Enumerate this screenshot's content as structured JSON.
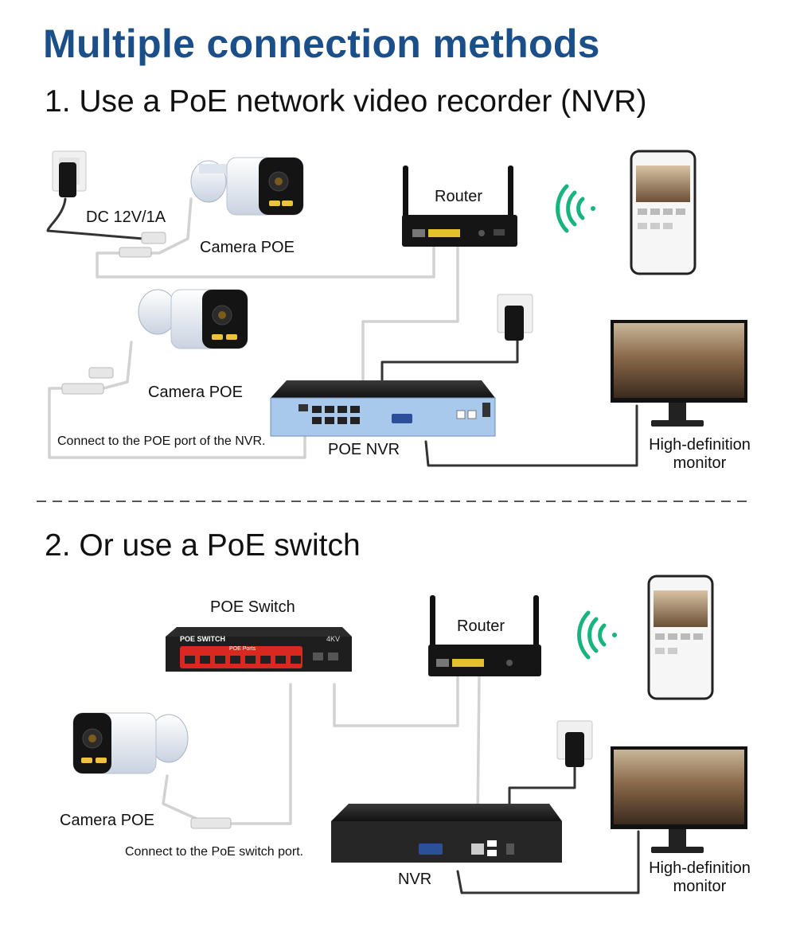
{
  "title": "Multiple connection methods",
  "section1": {
    "heading": "1. Use a PoE network video recorder (NVR)",
    "power_label": "DC 12V/1A",
    "camera1_label": "Camera POE",
    "camera2_label": "Camera POE",
    "router_label": "Router",
    "nvr_label": "POE NVR",
    "monitor_label_line1": "High-definition",
    "monitor_label_line2": "monitor",
    "note": "Connect to the POE port of the NVR."
  },
  "section2": {
    "heading": "2. Or use a PoE switch",
    "switch_label": "POE Switch",
    "switch_brand": "POE SWITCH",
    "switch_ports_label": "POE Ports",
    "switch_badge": "4KV",
    "router_label": "Router",
    "camera_label": "Camera POE",
    "nvr_label": "NVR",
    "monitor_label_line1": "High-definition",
    "monitor_label_line2": "monitor",
    "note": "Connect to the PoE switch port."
  },
  "colors": {
    "title": "#1b4f8a",
    "wifi": "#19b37d",
    "cable_gray": "#d0d0d0",
    "cable_black": "#333333",
    "device_dark": "#1e1e1e",
    "switch_red": "#d8281f"
  },
  "icons": [
    "wall-outlet-icon",
    "power-adapter-icon",
    "bullet-camera-icon",
    "router-icon",
    "wifi-signal-icon",
    "smartphone-icon",
    "nvr-icon",
    "monitor-icon",
    "poe-switch-icon"
  ]
}
